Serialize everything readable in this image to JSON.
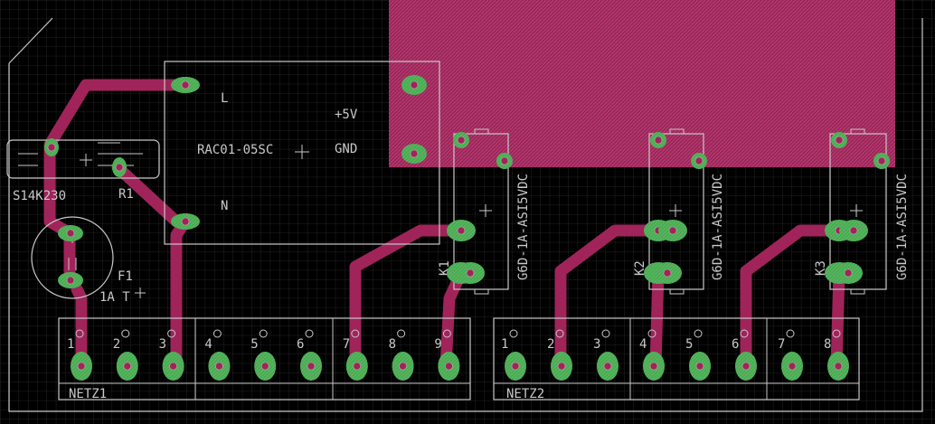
{
  "components": {
    "rac": {
      "name": "RAC01-05SC",
      "pin_L": "L",
      "pin_N": "N",
      "pin_5v": "+5V",
      "pin_gnd": "GND"
    },
    "varistor": {
      "name": "S14K230"
    },
    "resistor": {
      "name": "R1"
    },
    "fuse": {
      "name": "F1",
      "value": "1A T"
    },
    "relays": [
      {
        "ref": "K1",
        "type": "G6D-1A-ASI5VDC"
      },
      {
        "ref": "K2",
        "type": "G6D-1A-ASI5VDC"
      },
      {
        "ref": "K3",
        "type": "G6D-1A-ASI5VDC"
      }
    ],
    "netz1": {
      "name": "NETZ1",
      "pins": [
        "1",
        "2",
        "3",
        "4",
        "5",
        "6",
        "7",
        "8",
        "9"
      ]
    },
    "netz2": {
      "name": "NETZ2",
      "pins": [
        "1",
        "2",
        "3",
        "4",
        "5",
        "6",
        "7",
        "8"
      ]
    }
  },
  "colors": {
    "background": "#000000",
    "copper": "#a0245a",
    "pad": "#3cb44b",
    "silkscreen": "#c8c8c8",
    "grid": "#2a2a2a"
  }
}
